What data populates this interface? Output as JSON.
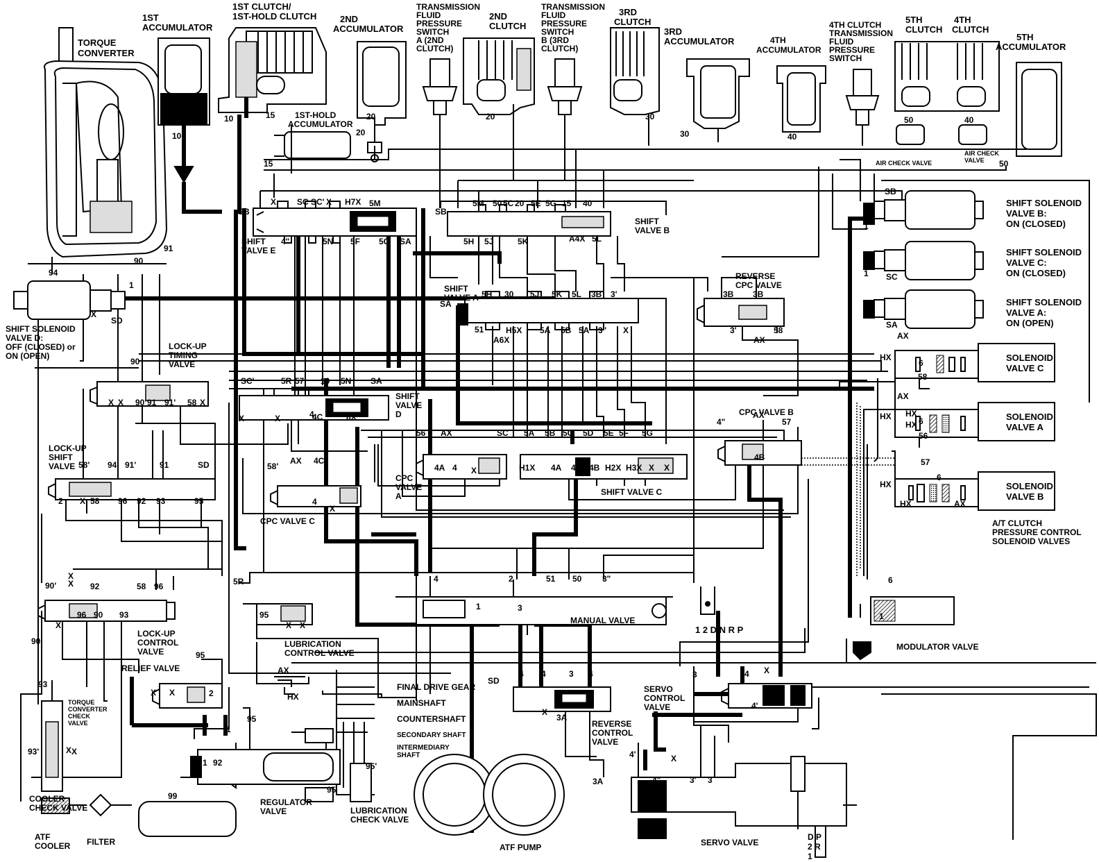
{
  "components": {
    "torque_converter": "TORQUE\nCONVERTER",
    "first_accumulator": "1ST\nACCUMULATOR",
    "first_clutch": "1ST CLUTCH/\n1ST-HOLD CLUTCH",
    "second_accumulator": "2ND\nACCUMULATOR",
    "tfp_switch_a": "TRANSMISSION\nFLUID\nPRESSURE\nSWITCH\nA (2ND\nCLUTCH)",
    "second_clutch": "2ND\nCLUTCH",
    "tfp_switch_b": "TRANSMISSION\nFLUID\nPRESSURE\nSWITCH\nB (3RD\nCLUTCH)",
    "third_clutch": "3RD\nCLUTCH",
    "third_accumulator": "3RD\nACCUMULATOR",
    "fourth_accumulator": "4TH\nACCUMULATOR",
    "fourth_clutch_tfp_switch": "4TH CLUTCH\nTRANSMISSION\nFLUID\nPRESSURE\nSWITCH",
    "fifth_clutch": "5TH\nCLUTCH",
    "fourth_clutch": "4TH\nCLUTCH",
    "fifth_accumulator": "5TH\nACCUMULATOR",
    "first_hold_accumulator": "1ST-HOLD\nACCUMULATOR",
    "air_check_valve_1": "AIR CHECK VALVE",
    "air_check_valve_2": "AIR CHECK\nVALVE",
    "shift_valve_e": "SHIFT\nVALVE E",
    "shift_valve_b": "SHIFT\nVALVE B",
    "shift_solenoid_b": "SHIFT SOLENOID\nVALVE B:\nON (CLOSED)",
    "shift_solenoid_c": "SHIFT SOLENOID\nVALVE C:\nON (CLOSED)",
    "shift_solenoid_a": "SHIFT SOLENOID\nVALVE A:\nON (OPEN)",
    "shift_solenoid_d": "SHIFT SOLENOID\nVALVE D:\nOFF (CLOSED) or\nON (OPEN)",
    "reverse_cpc_valve": "REVERSE\nCPC VALVE",
    "shift_valve_a": "SHIFT\nVALVE A",
    "lockup_timing_valve": "LOCK-UP\nTIMING\nVALVE",
    "shift_valve_d": "SHIFT\nVALVE\nD",
    "solenoid_valve_c": "SOLENOID\nVALVE C",
    "solenoid_valve_a": "SOLENOID\nVALVE A",
    "solenoid_valve_b": "SOLENOID\nVALVE B",
    "cpc_valve_b": "CPC VALVE B",
    "lockup_shift_valve": "LOCK-UP\nSHIFT\nVALVE",
    "cpc_valve_c": "CPC VALVE C",
    "cpc_valve_a": "CPC\nVALVE\nA",
    "shift_valve_c": "SHIFT VALVE C",
    "at_clutch_pcs": "A/T CLUTCH\nPRESSURE CONTROL\nSOLENOID VALVES",
    "lockup_control_valve": "LOCK-UP\nCONTROL\nVALVE",
    "lubrication_control_valve": "LUBRICATION\nCONTROL VALVE",
    "manual_valve": "MANUAL VALVE",
    "manual_positions": "1 2 D N R   P",
    "modulator_valve": "MODULATOR VALVE",
    "relief_valve": "RELIEF VALVE",
    "tc_check_valve": "TORQUE\nCONVERTER\nCHECK\nVALVE",
    "final_drive_gear": "FINAL DRIVE GEAR",
    "mainshaft": "MAINSHAFT",
    "countershaft": "COUNTERSHAFT",
    "secondary_shaft": "SECONDARY SHAFT",
    "intermediary_shaft": "INTERMEDIARY\nSHAFT",
    "servo_control_valve": "SERVO\nCONTROL\nVALVE",
    "reverse_control_valve": "REVERSE\nCONTROL\nVALVE",
    "regulator_valve": "REGULATOR\nVALVE",
    "lubrication_check_valve": "LUBRICATION\nCHECK VALVE",
    "cooler_check_valve": "COOLER\nCHECK VALVE",
    "atf_cooler": "ATF\nCOOLER",
    "filter": "FILTER",
    "atf_pump": "ATF PUMP",
    "servo_valve": "SERVO VALVE",
    "servo_positions": "D   P\n2   R\n1"
  },
  "port_labels": [
    "10",
    "10",
    "15",
    "15",
    "20",
    "20",
    "20",
    "30",
    "30",
    "40",
    "50",
    "40",
    "50",
    "SB",
    "X",
    "SC",
    "SC'",
    "X",
    "H7X",
    "5M",
    "SB",
    "5M",
    "50",
    "5C",
    "20",
    "5E",
    "5G",
    "15",
    "40",
    "4\"",
    "5N",
    "5F",
    "5C",
    "SA",
    "5H",
    "5J",
    "5K",
    "A4X",
    "5L",
    "91",
    "90",
    "94",
    "1",
    "X",
    "SD",
    "SA",
    "5H",
    "30",
    "5J",
    "5K",
    "5L",
    "3B",
    "3'",
    "3B",
    "3B",
    "51",
    "A6X",
    "H5X",
    "5A",
    "5B",
    "5A",
    "3\"",
    "X",
    "3'",
    "AX",
    "58",
    "SB",
    "1",
    "1",
    "SC",
    "SA",
    "HX",
    "AX",
    "HX",
    "6",
    "58",
    "HX",
    "AX",
    "HX",
    "6",
    "56",
    "HX",
    "57",
    "6",
    "HX",
    "AX",
    "90",
    "SC'",
    "5R",
    "57",
    "10",
    "5N",
    "SA",
    "X",
    "X",
    "4",
    "4C",
    "8X",
    "X",
    "X",
    "90'",
    "91",
    "91'",
    "58",
    "X",
    "4\"",
    "AX",
    "57",
    "56",
    "AX",
    "SC",
    "5A",
    "5B",
    "5C",
    "5D",
    "5E",
    "5F",
    "5G",
    "4A",
    "4",
    "X",
    "H1X",
    "4A",
    "4",
    "4B",
    "H2X",
    "H3X",
    "X",
    "X",
    "4B",
    "58'",
    "AX",
    "4C",
    "4",
    "X",
    "58'",
    "94",
    "91'",
    "91",
    "SD",
    "2",
    "X",
    "58",
    "96",
    "92",
    "93",
    "95",
    "90'",
    "X",
    "X",
    "92",
    "58",
    "96",
    "X",
    "96",
    "90",
    "93",
    "5R",
    "95",
    "X",
    "X",
    "4",
    "2",
    "51",
    "50",
    "3\"",
    "1",
    "3",
    "90",
    "95",
    "X",
    "X",
    "2",
    "93",
    "X",
    "AX",
    "HX",
    "95",
    "1",
    "1",
    "92",
    "93'",
    "X",
    "99",
    "95'",
    "95",
    "SD",
    "4",
    "4",
    "3",
    "4",
    "X",
    "3A",
    "3",
    "4",
    "X",
    "10",
    "4'",
    "6",
    "1",
    "3A",
    "4'",
    "X",
    "4\"",
    "3'",
    "3"
  ],
  "colors": {
    "line": "#000000",
    "background": "#ffffff",
    "hatch": "#888888"
  }
}
